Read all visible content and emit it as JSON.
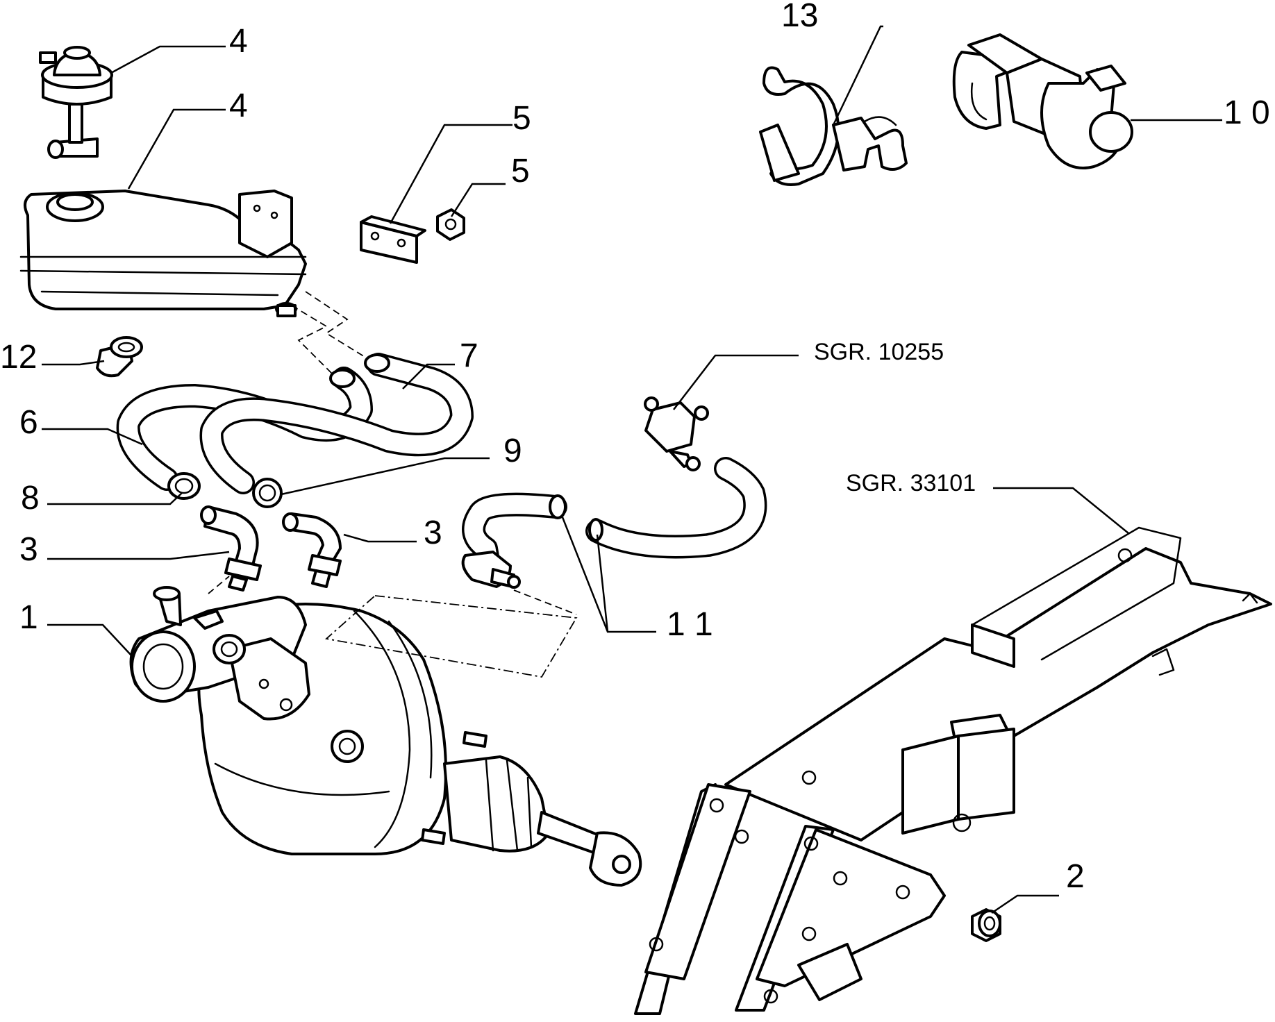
{
  "diagram": {
    "callouts": [
      {
        "id": "c1",
        "text": "1"
      },
      {
        "id": "c2",
        "text": "2"
      },
      {
        "id": "c3a",
        "text": "3"
      },
      {
        "id": "c3b",
        "text": "3"
      },
      {
        "id": "c4a",
        "text": "4"
      },
      {
        "id": "c4b",
        "text": "4"
      },
      {
        "id": "c5a",
        "text": "5"
      },
      {
        "id": "c5b",
        "text": "5"
      },
      {
        "id": "c6",
        "text": "6"
      },
      {
        "id": "c7",
        "text": "7"
      },
      {
        "id": "c8",
        "text": "8"
      },
      {
        "id": "c9",
        "text": "9"
      },
      {
        "id": "c10",
        "text": "1 0"
      },
      {
        "id": "c11",
        "text": "1 1"
      },
      {
        "id": "c12",
        "text": "12"
      },
      {
        "id": "c13",
        "text": "13"
      }
    ],
    "references": [
      {
        "id": "sgr10255",
        "text": "SGR. 10255"
      },
      {
        "id": "sgr33101",
        "text": "SGR. 33101"
      }
    ]
  }
}
